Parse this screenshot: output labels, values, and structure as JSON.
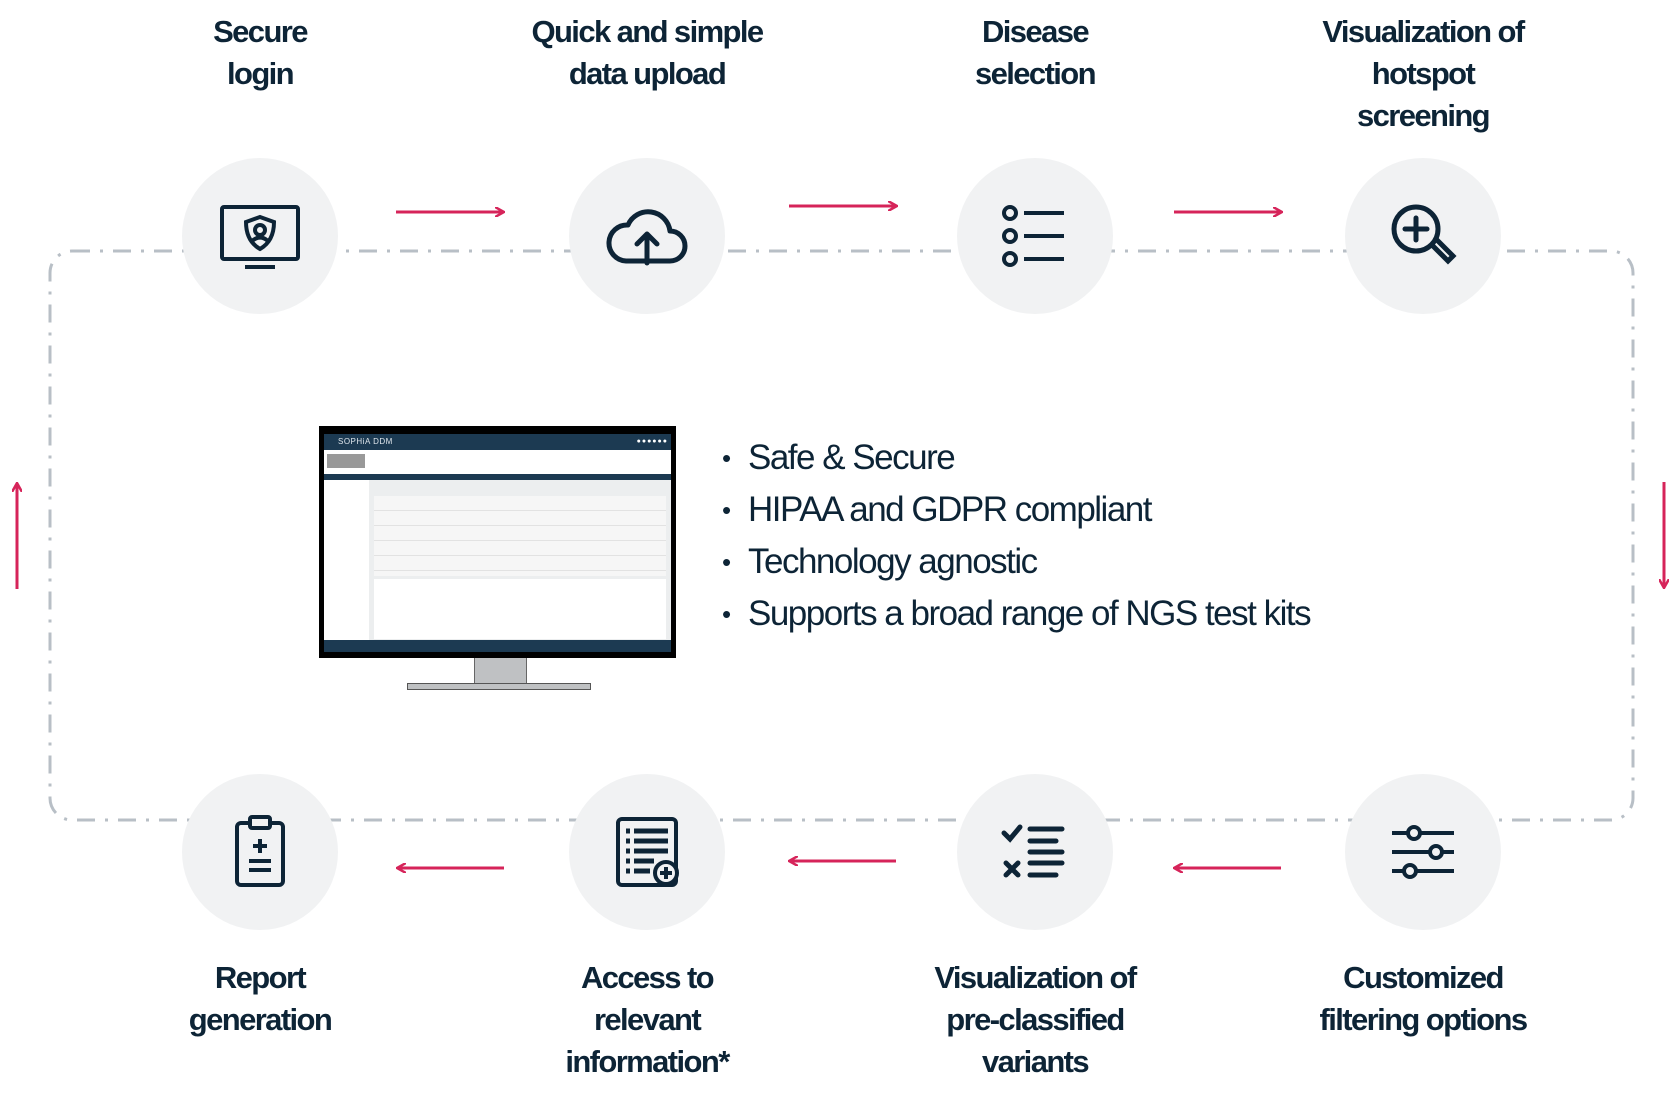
{
  "colors": {
    "text": "#0d2436",
    "accent": "#d6245a",
    "circle": "#f1f2f3",
    "dash": "#b8bfc6"
  },
  "steps_top": [
    {
      "title": "Secure\nlogin",
      "icon": "monitor-shield-icon"
    },
    {
      "title": "Quick and simple\ndata upload",
      "icon": "cloud-upload-icon"
    },
    {
      "title": "Disease\nselection",
      "icon": "list-icon"
    },
    {
      "title": "Visualization of\nhotspot\nscreening",
      "icon": "zoom-in-icon"
    }
  ],
  "steps_bottom": [
    {
      "title": "Report\ngeneration",
      "icon": "clipboard-icon"
    },
    {
      "title": "Access to\nrelevant\ninformation*",
      "icon": "document-add-icon"
    },
    {
      "title": "Visualization of\npre-classified\nvariants",
      "icon": "checklist-icon"
    },
    {
      "title": "Customized\nfiltering options",
      "icon": "sliders-icon"
    }
  ],
  "monitor": {
    "app_name": "SOPHiA DDM"
  },
  "bullets": [
    "Safe & Secure",
    "HIPAA and GDPR compliant",
    "Technology agnostic",
    "Supports a broad range of NGS test kits"
  ]
}
